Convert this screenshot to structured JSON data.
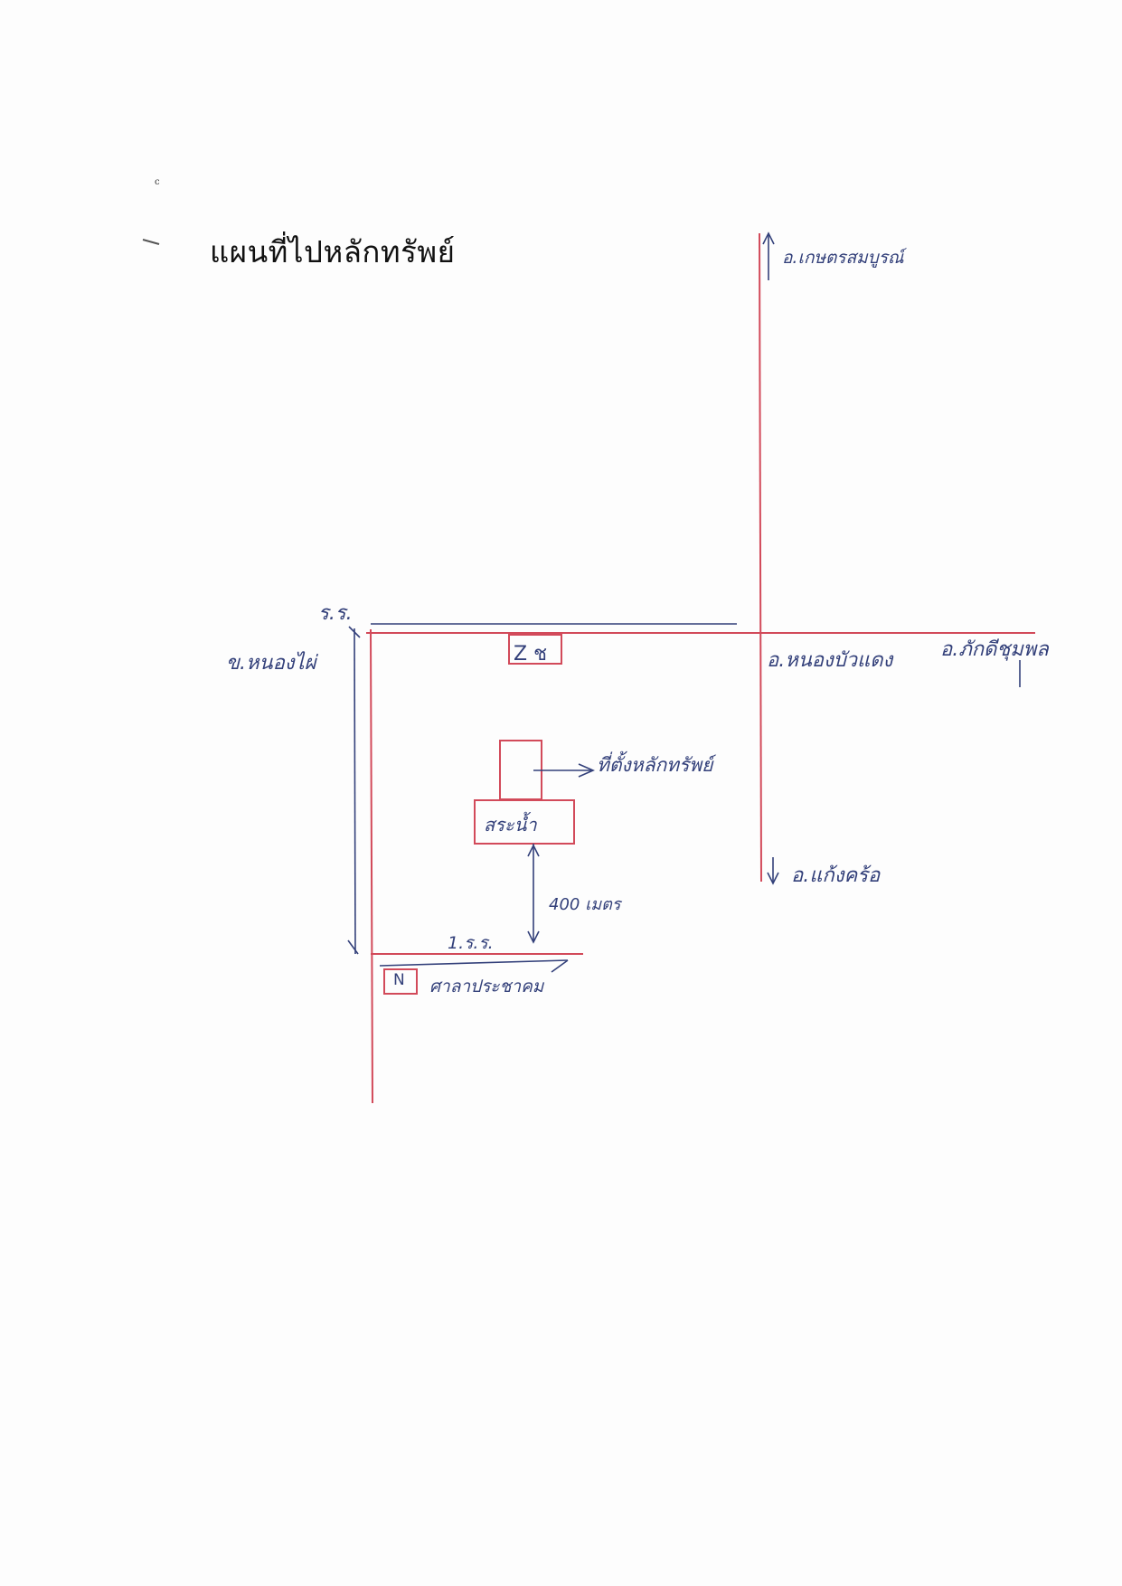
{
  "title": "แผนที่ไปหลักทรัพย์",
  "corner_mark": "c",
  "labels": {
    "north_destination": "อ.เกษตรสมบูรณ์",
    "junction_town": "อ.หนองบัวแดง",
    "east_destination": "อ.ภักดีชุมพล",
    "south_destination": "อ.แก้งคร้อ",
    "district_west": "ข.หนองไผ่",
    "road_top": "ร.ร.",
    "road_bottom": "1.ร.ร.",
    "zone_box": "Z ช",
    "property_pointer": "ที่ตั้งหลักทรัพย์",
    "pond": "สระน้ำ",
    "distance": "400 เมตร",
    "north_box": "N",
    "sala": "ศาลาประชาคม"
  },
  "colors": {
    "road": "#d24a5a",
    "pen": "#33407a",
    "title": "#111111"
  }
}
